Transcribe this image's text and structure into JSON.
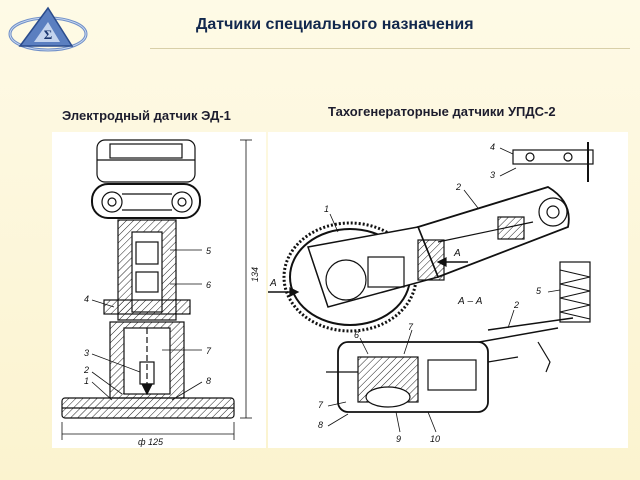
{
  "slide": {
    "title": "Датчики специального назначения",
    "left_caption": "Электродный датчик ЭД-1",
    "right_caption": "Тахогенераторные датчики УПДС-2",
    "logo_icon": "presentation-logo-icon",
    "accent_color": "#12284d",
    "background_color": "#fdf6d8"
  },
  "left_drawing": {
    "labels": [
      "5",
      "6",
      "4",
      "7",
      "3",
      "2",
      "1",
      "8"
    ],
    "height_dimension": "134",
    "diameter_dimension": "ф 125"
  },
  "right_drawing": {
    "labels": [
      "4",
      "3",
      "2",
      "1",
      "5",
      "2",
      "6",
      "7",
      "7",
      "8",
      "9",
      "10"
    ],
    "section_markers": [
      "А",
      "А"
    ],
    "section_label": "А – А"
  }
}
